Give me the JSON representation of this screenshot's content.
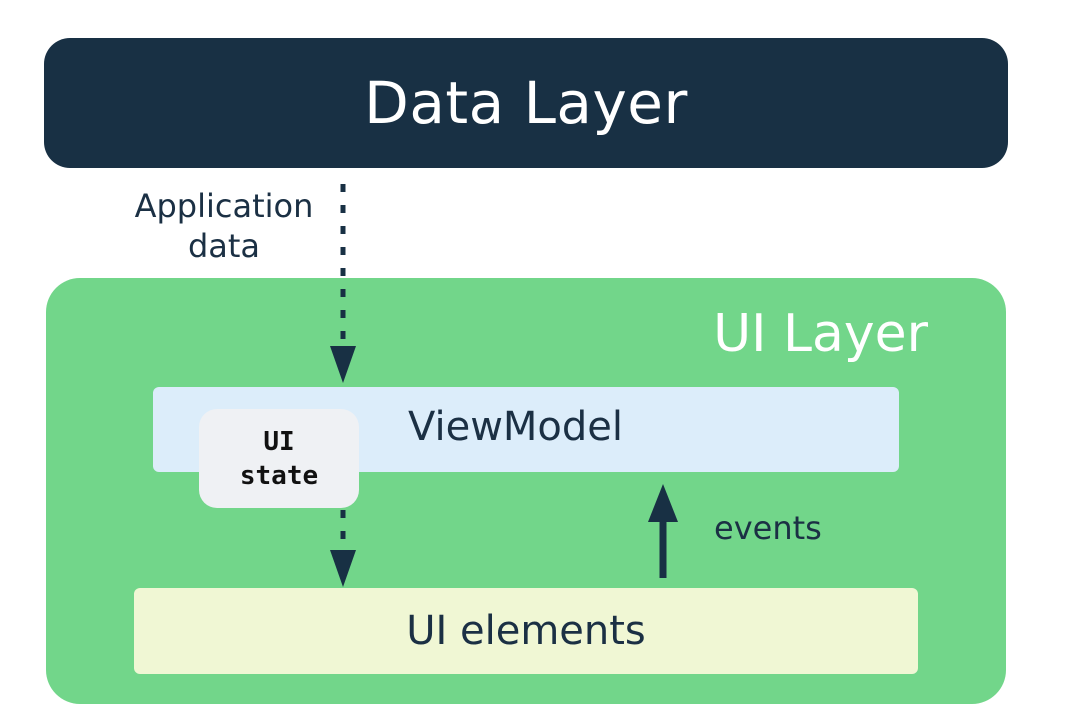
{
  "data_layer": {
    "label": "Data Layer"
  },
  "application_data": {
    "line1": "Application",
    "line2": "data"
  },
  "ui_layer": {
    "label": "UI Layer",
    "viewmodel": {
      "label": "ViewModel"
    },
    "ui_state": {
      "line1": "UI",
      "line2": "state"
    },
    "ui_elements": {
      "label": "UI elements"
    },
    "events": {
      "label": "events"
    }
  },
  "colors": {
    "data_layer_bg": "#183044",
    "ui_layer_bg": "#72d68a",
    "viewmodel_bg": "#dcedfa",
    "ui_state_bg": "#eff1f4",
    "ui_elements_bg": "#f0f7d4",
    "arrow": "#183044"
  }
}
